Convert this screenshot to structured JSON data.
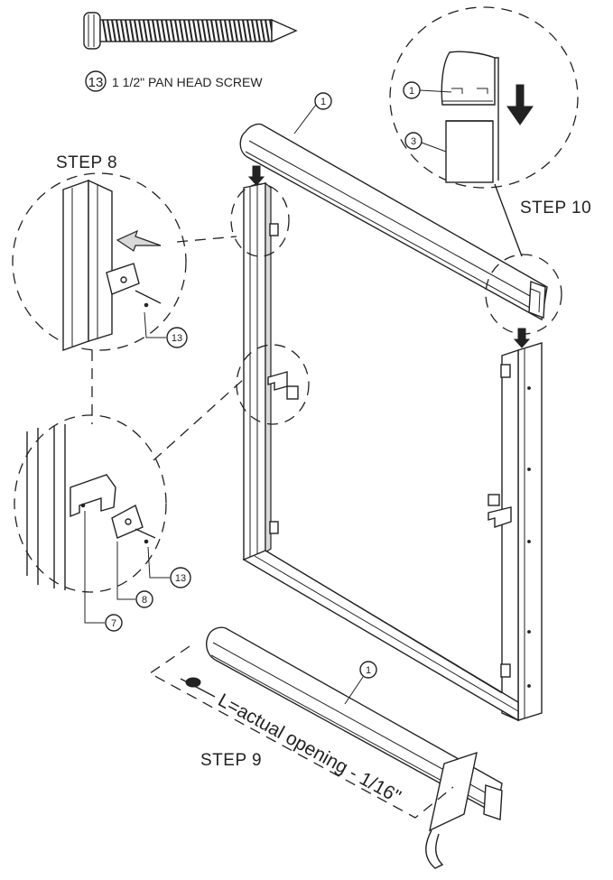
{
  "screw_caption": {
    "number": "13",
    "text": "1 1/2\" PAN HEAD SCREW"
  },
  "steps": {
    "step8": "STEP 8",
    "step9": "STEP 9",
    "step10": "STEP 10"
  },
  "measure_label": "L=actual opening - 1/16\"",
  "callouts": {
    "top_rail": "1",
    "bottom_rail": "1",
    "detail10_top": "1",
    "detail10_bottom": "3",
    "detail8_screw": "13",
    "detail_lower_screw": "13",
    "detail_lower_clip": "8",
    "detail_lower_bracket": "7"
  }
}
